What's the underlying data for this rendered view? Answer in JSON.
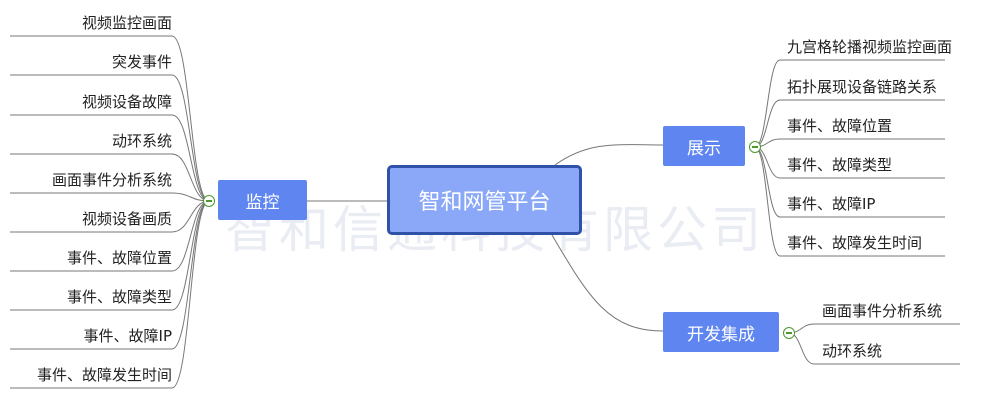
{
  "root": {
    "label": "智和网管平台"
  },
  "left_branch": {
    "label": "监控",
    "items": [
      "视频监控画面",
      "突发事件",
      "视频设备故障",
      "动环系统",
      "画面事件分析系统",
      "视频设备画质",
      "事件、故障位置",
      "事件、故障类型",
      "事件、故障IP",
      "事件、故障发生时间"
    ]
  },
  "right_branches": [
    {
      "label": "展示",
      "items": [
        "九宫格轮播视频监控画面",
        "拓扑展现设备链路关系",
        "事件、故障位置",
        "事件、故障类型",
        "事件、故障IP",
        "事件、故障发生时间"
      ]
    },
    {
      "label": "开发集成",
      "items": [
        "画面事件分析系统",
        "动环系统"
      ]
    }
  ],
  "watermark": "智和信通科技有限公司",
  "colors": {
    "node": "#5f86f0",
    "root_fill": "#8aa8f7",
    "root_border": "#2f52a8",
    "line": "#777777",
    "toggle": "#4a9a2a"
  }
}
